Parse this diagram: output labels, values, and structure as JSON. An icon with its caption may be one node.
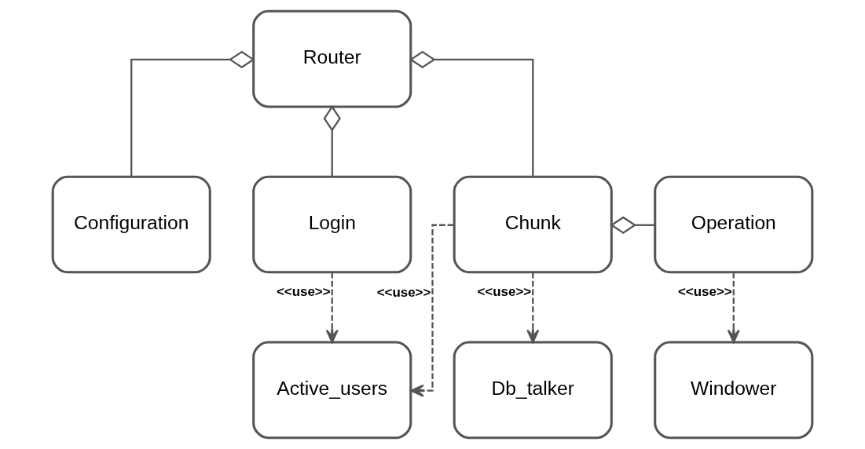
{
  "diagram": {
    "nodes": [
      {
        "text": [
          "Router"
        ]
      },
      {
        "text": [
          "Configuration"
        ]
      },
      {
        "text": [
          "Login"
        ]
      },
      {
        "text": [
          "Chunk"
        ]
      },
      {
        "text": [
          "Operation"
        ]
      },
      {
        "text": [
          "Active_users"
        ]
      },
      {
        "text": [
          "Db_talker"
        ]
      },
      {
        "text": [
          "Windower"
        ]
      }
    ],
    "edges": [
      {
        "from": 0,
        "to": 1,
        "arrow": "other"
      },
      {
        "from": 0,
        "to": 2,
        "arrow": "other"
      },
      {
        "from": 0,
        "to": 3,
        "arrow": "other"
      },
      {
        "from": 3,
        "to": 4,
        "arrow": "other"
      },
      {
        "from": 2,
        "to": 5,
        "arrow": "to",
        "style": "dashed",
        "label": "<<use>>"
      },
      {
        "from": 3,
        "to": 5,
        "arrow": "to",
        "style": "dashed",
        "label": "<<use>>"
      },
      {
        "from": 3,
        "to": 6,
        "arrow": "to",
        "style": "dashed",
        "label": "<<use>>"
      },
      {
        "from": 4,
        "to": 7,
        "arrow": "to",
        "style": "dashed",
        "label": "<<use>>"
      }
    ]
  }
}
